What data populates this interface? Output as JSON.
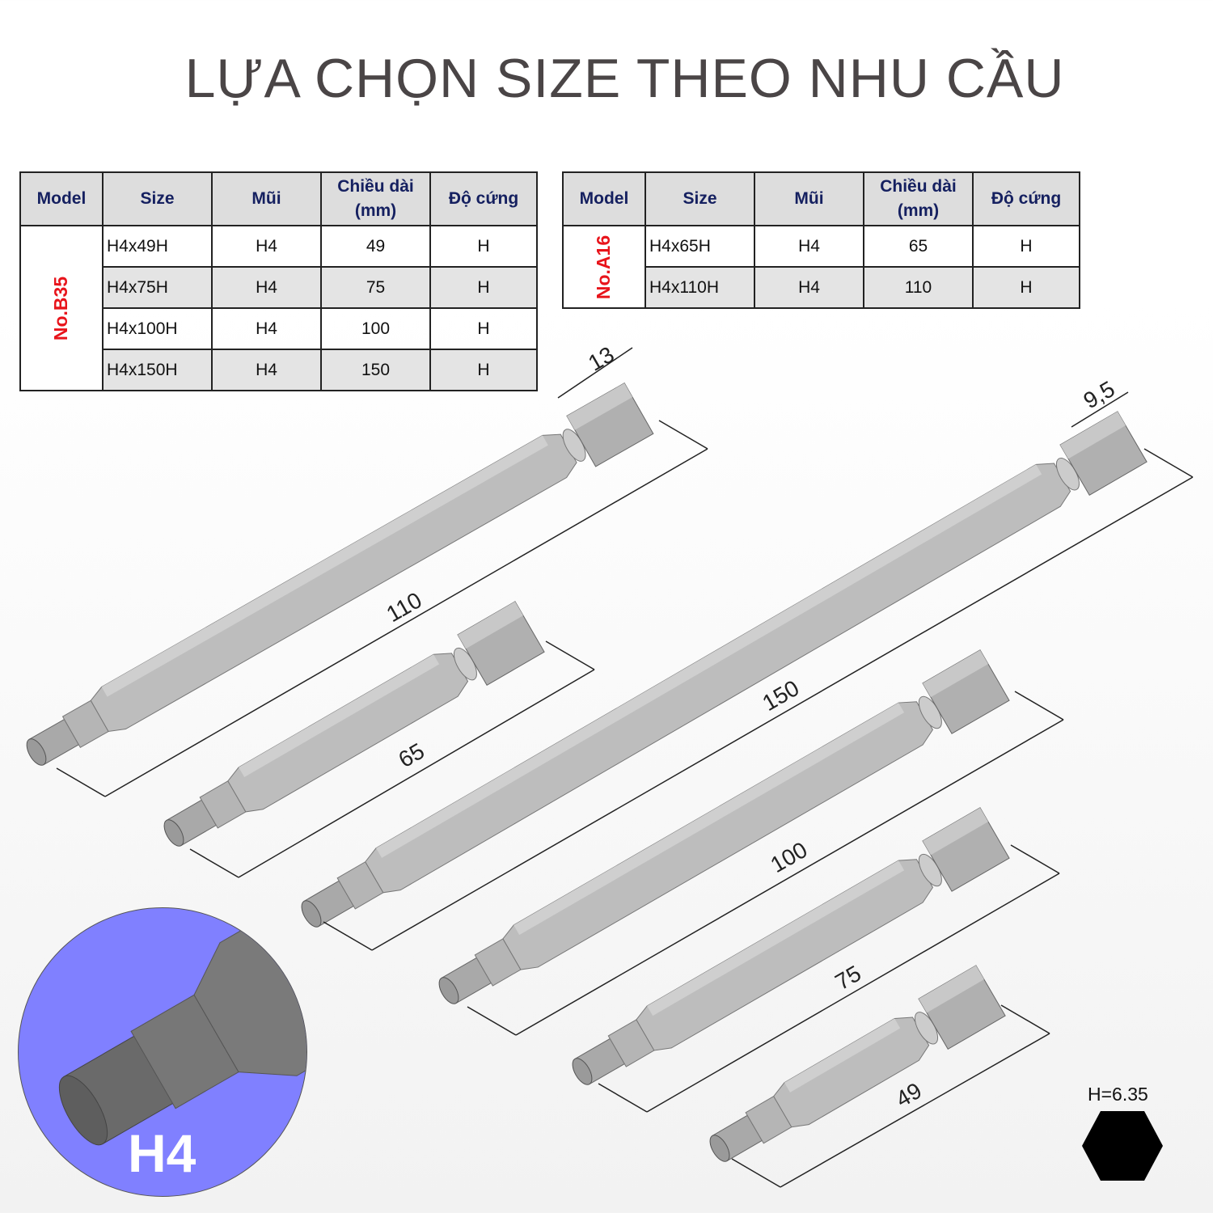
{
  "title": "LỰA CHỌN SIZE THEO NHU CẦU",
  "table_headers": {
    "model": "Model",
    "size": "Size",
    "mui": "Mũi",
    "length1": "Chiều dài",
    "length2": "(mm)",
    "hardness": "Độ cứng"
  },
  "table_b35": {
    "model": "No.B35",
    "rows": [
      {
        "size": "H4x49H",
        "mui": "H4",
        "length": "49",
        "hardness": "H"
      },
      {
        "size": "H4x75H",
        "mui": "H4",
        "length": "75",
        "hardness": "H"
      },
      {
        "size": "H4x100H",
        "mui": "H4",
        "length": "100",
        "hardness": "H"
      },
      {
        "size": "H4x150H",
        "mui": "H4",
        "length": "150",
        "hardness": "H"
      }
    ]
  },
  "table_a16": {
    "model": "No.A16",
    "rows": [
      {
        "size": "H4x65H",
        "mui": "H4",
        "length": "65",
        "hardness": "H"
      },
      {
        "size": "H4x110H",
        "mui": "H4",
        "length": "110",
        "hardness": "H"
      }
    ]
  },
  "dimensions": {
    "head_a": "13",
    "head_b": "9,5",
    "bits": [
      "110",
      "65",
      "150",
      "100",
      "75",
      "49"
    ]
  },
  "callout": {
    "label": "H4",
    "color": "#8080ff"
  },
  "hex": {
    "label": "H=6.35"
  }
}
